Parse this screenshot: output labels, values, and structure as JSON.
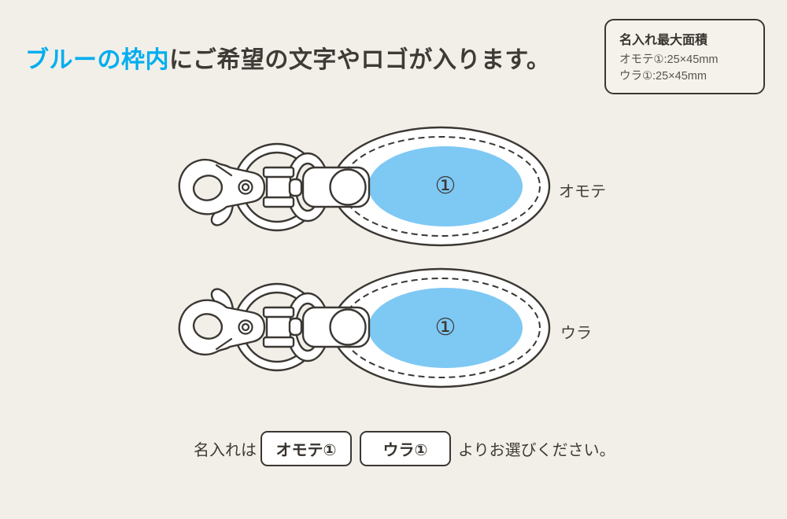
{
  "page": {
    "background_color": "#F2EFE9",
    "outline_color": "#3B3733"
  },
  "heading": {
    "highlight": "ブルーの枠内",
    "rest": "にご希望の文字やロゴが入ります。",
    "highlight_color": "#00AEEF"
  },
  "info_box": {
    "title": "名入れ最大面積",
    "lines": [
      "オモテ①:25×45mm",
      "ウラ①:25×45mm"
    ]
  },
  "keychains": [
    {
      "side_label": "オモテ",
      "area_number": "①"
    },
    {
      "side_label": "ウラ",
      "area_number": "①"
    }
  ],
  "footer": {
    "prefix": "名入れは",
    "options": [
      "オモテ①",
      "ウラ①"
    ],
    "suffix": "よりお選びください。"
  },
  "colors": {
    "accent_blue": "#00AEEF",
    "print_area_blue": "#7EC8F4"
  }
}
